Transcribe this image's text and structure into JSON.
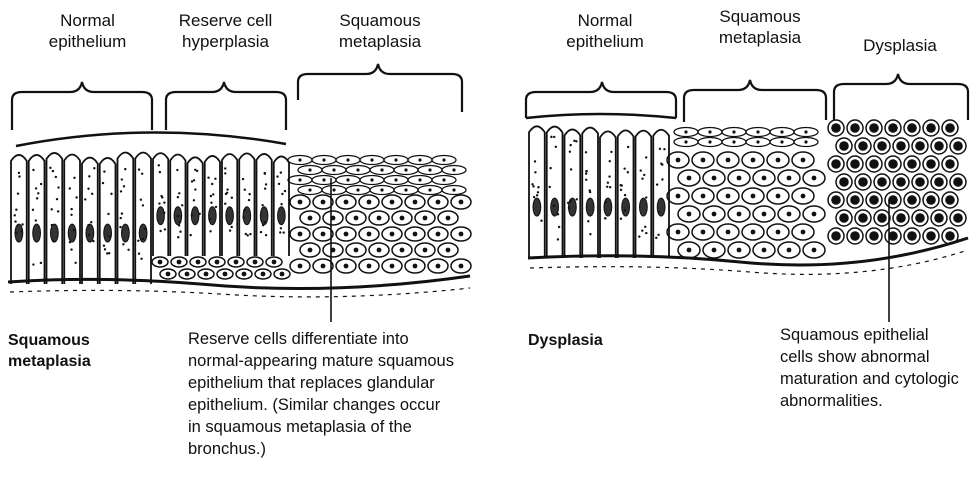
{
  "left_panel": {
    "labels": {
      "normal": "Normal\nepithelium",
      "reserve": "Reserve cell\nhyperplasia",
      "metaplasia": "Squamous\nmetaplasia"
    },
    "caption_title": "Squamous\nmetaplasia",
    "note": "Reserve cells differentiate into\nnormal-appearing mature squamous\nepithelium that replaces glandular\nepithelium. (Similar changes occur\nin squamous metaplasia of the\nbronchus.)"
  },
  "right_panel": {
    "labels": {
      "normal": "Normal\nepithelium",
      "metaplasia": "Squamous\nmetaplasia",
      "dysplasia": "Dysplasia"
    },
    "caption_title": "Dysplasia",
    "note": "Squamous epithelial\ncells show abnormal\nmaturation and cytologic\nabnormalities."
  }
}
